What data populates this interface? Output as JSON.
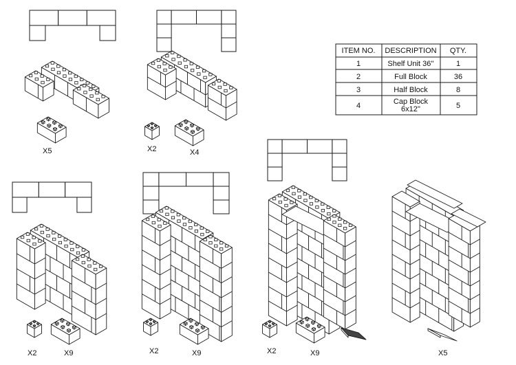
{
  "table": {
    "headers": [
      "ITEM NO.",
      "DESCRIPTION",
      "QTY."
    ],
    "rows": [
      {
        "item": "1",
        "description": "Shelf Unit 36''",
        "qty": "1"
      },
      {
        "item": "2",
        "description": "Full Block",
        "qty": "36"
      },
      {
        "item": "3",
        "description": "Half Block",
        "qty": "8"
      },
      {
        "item": "4",
        "description_line1": "Cap Block",
        "description_line2": "6x12''",
        "qty": "5"
      }
    ]
  },
  "steps": [
    {
      "step": 1,
      "labels": [
        "X5"
      ]
    },
    {
      "step": 2,
      "labels": [
        "X2",
        "X4"
      ]
    },
    {
      "step": 3,
      "labels": [
        "X2",
        "X9"
      ]
    },
    {
      "step": 4,
      "labels": [
        "X2",
        "X9"
      ]
    },
    {
      "step": 5,
      "labels": [
        "X2",
        "X9"
      ]
    },
    {
      "step": 6,
      "labels": [
        "X5"
      ]
    }
  ]
}
